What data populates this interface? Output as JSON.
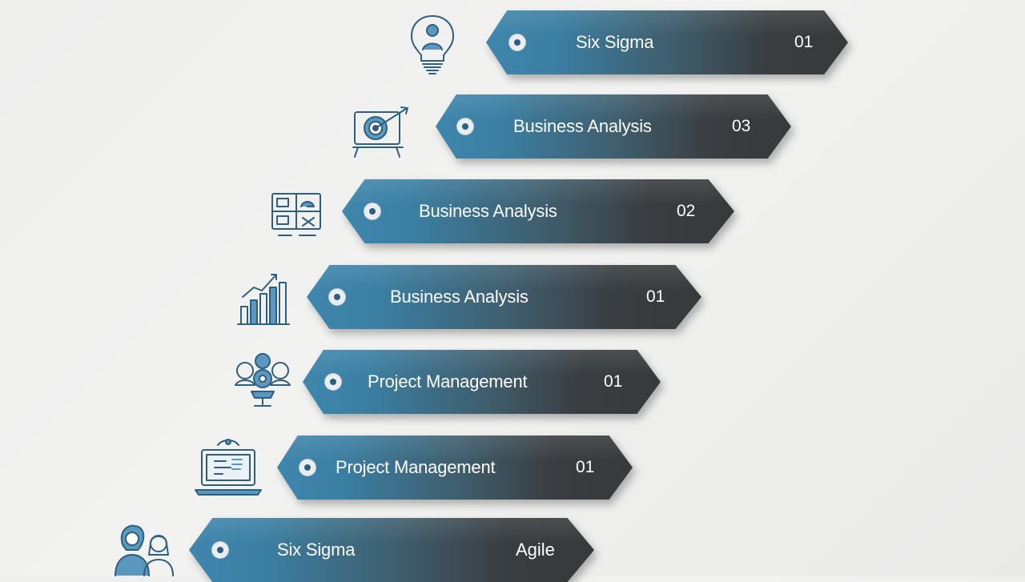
{
  "colors": {
    "banner_start": "#3f86ad",
    "banner_end": "#37393b",
    "icon_stroke": "#2e5f7e",
    "text": "#ffffff"
  },
  "steps": [
    {
      "label": "Six Sigma",
      "number": "01",
      "icon": "lightbulb-person-icon"
    },
    {
      "label": "Business Analysis",
      "number": "03",
      "icon": "target-board-icon"
    },
    {
      "label": "Business Analysis",
      "number": "02",
      "icon": "flowchart-map-icon"
    },
    {
      "label": "Business Analysis",
      "number": "01",
      "icon": "bar-chart-growth-icon"
    },
    {
      "label": "Project Management",
      "number": "01",
      "icon": "team-network-icon"
    },
    {
      "label": "Project Management",
      "number": "01",
      "icon": "laptop-icon"
    },
    {
      "label": "Six Sigma",
      "number": "Agile",
      "icon": "people-icon"
    }
  ]
}
